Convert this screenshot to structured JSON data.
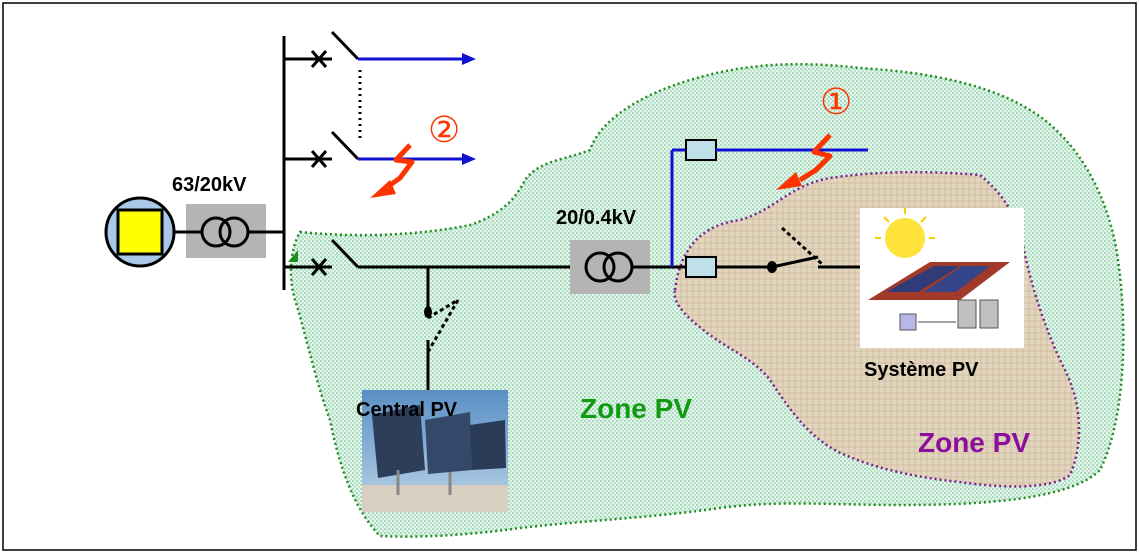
{
  "labels": {
    "transformer_hv": "63/20kV",
    "transformer_lv": "20/0.4kV",
    "central_pv": "Central  PV",
    "zone_pv_green": "Zone PV",
    "systeme_pv": "Système  PV",
    "zone_pv_purple": "Zone PV",
    "fault_1": "①",
    "fault_2": "②"
  },
  "colors": {
    "zone_green_fill": "#d8f0e4",
    "zone_green_border": "#1e8c1e",
    "zone_purple_fill": "#e6dac4",
    "zone_purple_border": "#7a1f8c",
    "feeder_blue": "#1010d0",
    "fault_red": "#ff3300",
    "source_yellow": "#ffff00",
    "source_ring": "#a9c8ea",
    "box_gray": "#b4b4b4",
    "breaker_box": "#bfe0e8",
    "zone_green_text": "#129a12",
    "zone_purple_text": "#8a0f9a"
  }
}
